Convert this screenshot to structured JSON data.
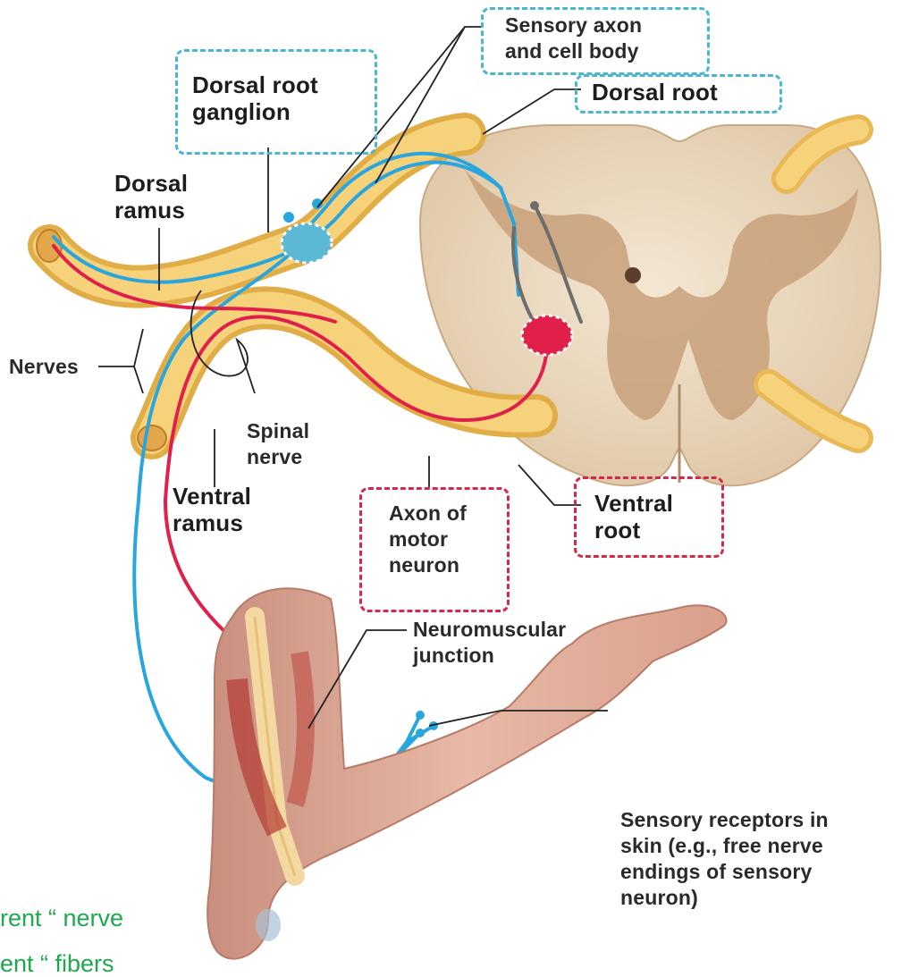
{
  "labels": {
    "sensory_axon_l1": "Sensory axon",
    "sensory_axon_l2": "and cell body",
    "dorsal_root": "Dorsal root",
    "drg_l1": "Dorsal root",
    "drg_l2": "ganglion",
    "dorsal_ramus_l1": "Dorsal",
    "dorsal_ramus_l2": "ramus",
    "nerves": "Nerves",
    "spinal_nerve_l1": "Spinal",
    "spinal_nerve_l2": "nerve",
    "ventral_ramus_l1": "Ventral",
    "ventral_ramus_l2": "ramus",
    "axon_motor_l1": "Axon of",
    "axon_motor_l2": "motor",
    "axon_motor_l3": "neuron",
    "ventral_root_l1": "Ventral",
    "ventral_root_l2": "root",
    "nmj_l1": "Neuromuscular",
    "nmj_l2": "junction",
    "receptors_l1": "Sensory receptors in",
    "receptors_l2": "skin (e.g., free nerve",
    "receptors_l3": "endings of sensory",
    "receptors_l4": "neuron)"
  },
  "overlay_text": {
    "line1": "rent “ nerve",
    "line2": "ent “ fibers"
  },
  "colors": {
    "sensory_neuron": "#2aa6df",
    "motor_neuron": "#e0204a",
    "nerve": "#f3cf72",
    "spinal_cord_white": "#eddcc3",
    "spinal_cord_gray": "#c9a07a",
    "box_blue": "#4bb6cf",
    "box_red": "#d22a4c",
    "overlay_text": "#1ea84f"
  }
}
